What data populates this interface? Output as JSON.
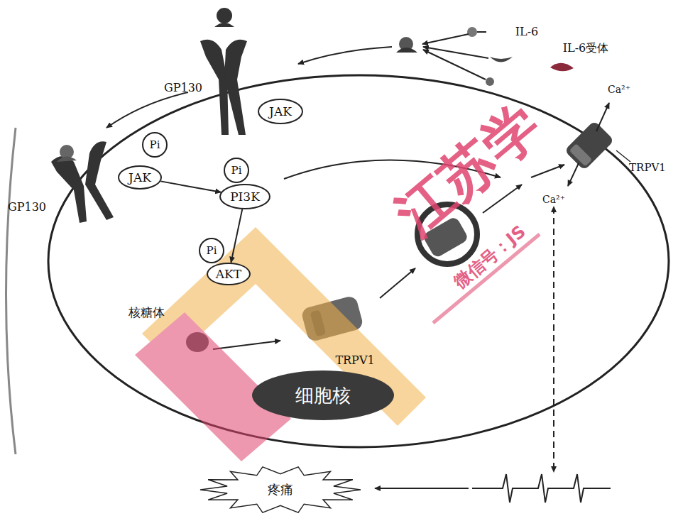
{
  "diagram": {
    "nodes": [
      {
        "text": [
          "JAK"
        ]
      },
      {
        "text": [
          "Pi"
        ]
      },
      {
        "text": [
          "JAK"
        ]
      },
      {
        "text": [
          "Pi"
        ]
      },
      {
        "text": [
          "PI3K"
        ]
      },
      {
        "text": [
          "Pi"
        ]
      },
      {
        "text": [
          "AKT"
        ]
      },
      {
        "text": [
          "细胞核"
        ]
      },
      {
        "text": [
          "疼痛"
        ]
      }
    ],
    "edges": [
      {
        "from": 2,
        "to": 4,
        "arrow": "to"
      },
      {
        "from": 4,
        "to": 6,
        "arrow": "to"
      }
    ],
    "labels": [
      "IL-6",
      "IL-6受体",
      "GP130",
      "GP130",
      "核糖体",
      "TRPV1",
      "TRPV1",
      "Ca²⁺",
      "Ca²⁺",
      "江苏学",
      "微信号：JS"
    ]
  }
}
